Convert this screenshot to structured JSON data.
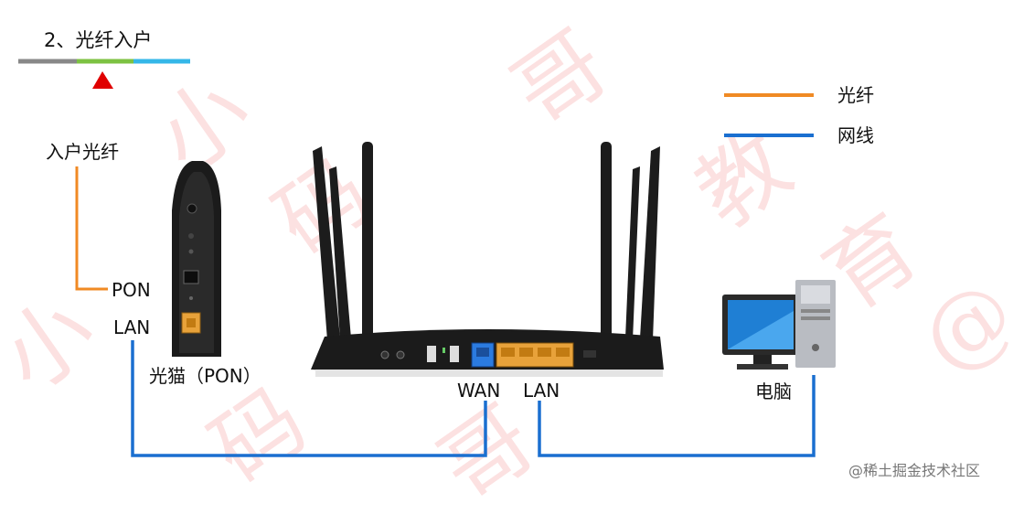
{
  "header": {
    "title": "2、光纤入户"
  },
  "legend": [
    {
      "label": "光纤",
      "color": "#f08a24"
    },
    {
      "label": "网线",
      "color": "#1a6fd0"
    }
  ],
  "labels": {
    "fiber_in": "入户光纤",
    "pon_port": "PON",
    "lan_port_modem": "LAN",
    "modem": "光猫（PON）",
    "wan_port": "WAN",
    "lan_port_router": "LAN",
    "computer": "电脑"
  },
  "colors": {
    "fiber": "#f08a24",
    "cable": "#1a6fd0",
    "marker": "#e00000"
  },
  "footer": {
    "credit": "@稀土掘金技术社区"
  }
}
